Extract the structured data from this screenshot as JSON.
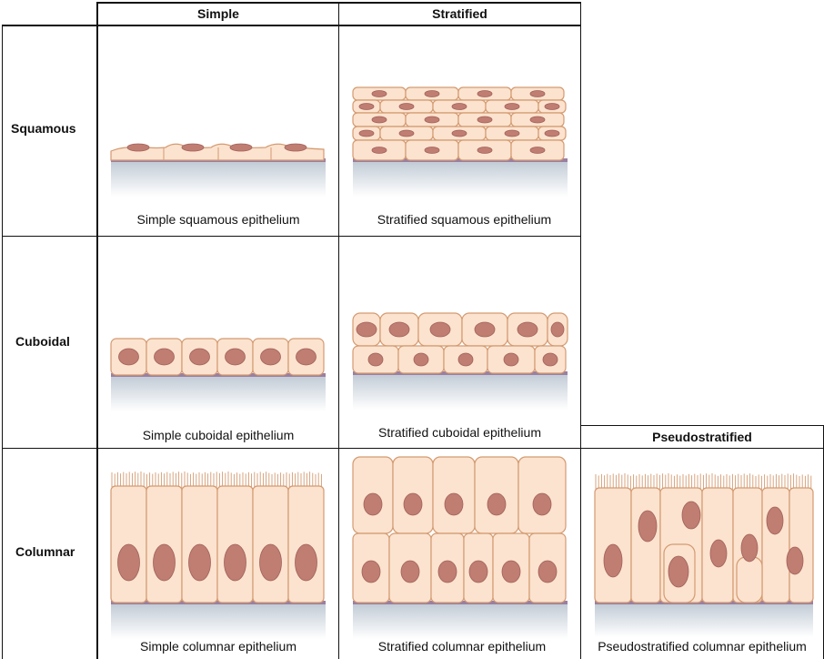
{
  "headers": {
    "simple": "Simple",
    "stratified": "Stratified",
    "pseudostratified": "Pseudostratified"
  },
  "rows": {
    "squamous": "Squamous",
    "cuboidal": "Cuboidal",
    "columnar": "Columnar"
  },
  "captions": {
    "simple_squamous": "Simple squamous epithelium",
    "stratified_squamous": "Stratified squamous epithelium",
    "simple_cuboidal": "Simple cuboidal epithelium",
    "stratified_cuboidal": "Stratified cuboidal epithelium",
    "simple_columnar": "Simple columnar epithelium",
    "stratified_columnar": "Stratified columnar epithelium",
    "pseudostratified_columnar": "Pseudostratified columnar epithelium"
  },
  "colors": {
    "cell_fill": "#fbe3cf",
    "cell_stroke": "#d49a70",
    "nucleus": "#c07d72",
    "nucleus_stroke": "#a2625a",
    "basement": "#9a7fa0",
    "tissue_top": "#bfc9d4"
  }
}
